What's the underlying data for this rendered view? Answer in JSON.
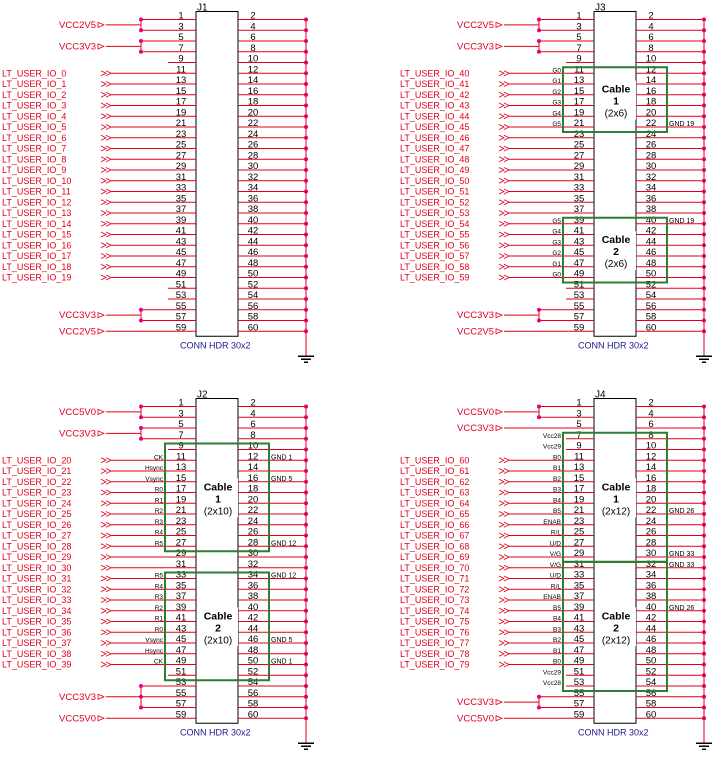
{
  "connector_type": "CONN HDR 30x2",
  "colors": {
    "wire": "#e0001a",
    "box": "#2e7d32",
    "dot": "#e6007e",
    "net": "#e0001a"
  },
  "connectors": [
    {
      "ref": "J1",
      "pwr": [
        {
          "label": "VCC2V5",
          "pins": [
            1,
            3
          ]
        },
        {
          "label": "VCC3V3",
          "pins": [
            5,
            7
          ]
        },
        {
          "label": "VCC3V3",
          "pins": [
            55,
            57
          ]
        },
        {
          "label": "VCC2V5",
          "pins": [
            59
          ]
        }
      ],
      "nets": [
        {
          "label": "LT_USER_IO_0",
          "pin": 11
        },
        {
          "label": "LT_USER_IO_1",
          "pin": 13
        },
        {
          "label": "LT_USER_IO_2",
          "pin": 15
        },
        {
          "label": "LT_USER_IO_3",
          "pin": 17
        },
        {
          "label": "LT_USER_IO_4",
          "pin": 19
        },
        {
          "label": "LT_USER_IO_5",
          "pin": 21
        },
        {
          "label": "LT_USER_IO_6",
          "pin": 23
        },
        {
          "label": "LT_USER_IO_7",
          "pin": 25
        },
        {
          "label": "LT_USER_IO_8",
          "pin": 27
        },
        {
          "label": "LT_USER_IO_9",
          "pin": 29
        },
        {
          "label": "LT_USER_IO_10",
          "pin": 31
        },
        {
          "label": "LT_USER_IO_11",
          "pin": 33
        },
        {
          "label": "LT_USER_IO_12",
          "pin": 35
        },
        {
          "label": "LT_USER_IO_13",
          "pin": 37
        },
        {
          "label": "LT_USER_IO_14",
          "pin": 39
        },
        {
          "label": "LT_USER_IO_15",
          "pin": 41
        },
        {
          "label": "LT_USER_IO_16",
          "pin": 43
        },
        {
          "label": "LT_USER_IO_17",
          "pin": 45
        },
        {
          "label": "LT_USER_IO_18",
          "pin": 47
        },
        {
          "label": "LT_USER_IO_19",
          "pin": 49
        }
      ],
      "odd_tags": [],
      "even_tags": [],
      "cables": []
    },
    {
      "ref": "J3",
      "pwr": [
        {
          "label": "VCC2V5",
          "pins": [
            1,
            3
          ]
        },
        {
          "label": "VCC3V3",
          "pins": [
            5,
            7
          ]
        },
        {
          "label": "VCC3V3",
          "pins": [
            55,
            57
          ]
        },
        {
          "label": "VCC2V5",
          "pins": [
            59
          ]
        }
      ],
      "nets": [
        {
          "label": "LT_USER_IO_40",
          "pin": 11
        },
        {
          "label": "LT_USER_IO_41",
          "pin": 13
        },
        {
          "label": "LT_USER_IO_42",
          "pin": 15
        },
        {
          "label": "LT_USER_IO_43",
          "pin": 17
        },
        {
          "label": "LT_USER_IO_44",
          "pin": 19
        },
        {
          "label": "LT_USER_IO_45",
          "pin": 21
        },
        {
          "label": "LT_USER_IO_46",
          "pin": 23
        },
        {
          "label": "LT_USER_IO_47",
          "pin": 25
        },
        {
          "label": "LT_USER_IO_48",
          "pin": 27
        },
        {
          "label": "LT_USER_IO_49",
          "pin": 29
        },
        {
          "label": "LT_USER_IO_50",
          "pin": 31
        },
        {
          "label": "LT_USER_IO_51",
          "pin": 33
        },
        {
          "label": "LT_USER_IO_52",
          "pin": 35
        },
        {
          "label": "LT_USER_IO_53",
          "pin": 37
        },
        {
          "label": "LT_USER_IO_54",
          "pin": 39
        },
        {
          "label": "LT_USER_IO_55",
          "pin": 41
        },
        {
          "label": "LT_USER_IO_56",
          "pin": 43
        },
        {
          "label": "LT_USER_IO_57",
          "pin": 45
        },
        {
          "label": "LT_USER_IO_58",
          "pin": 47
        },
        {
          "label": "LT_USER_IO_59",
          "pin": 49
        }
      ],
      "odd_tags": [
        {
          "pin": 11,
          "text": "G0"
        },
        {
          "pin": 13,
          "text": "G1"
        },
        {
          "pin": 15,
          "text": "G2"
        },
        {
          "pin": 17,
          "text": "G3"
        },
        {
          "pin": 19,
          "text": "G4"
        },
        {
          "pin": 21,
          "text": "G5"
        },
        {
          "pin": 39,
          "text": "G5"
        },
        {
          "pin": 41,
          "text": "G4"
        },
        {
          "pin": 43,
          "text": "G3"
        },
        {
          "pin": 45,
          "text": "G2"
        },
        {
          "pin": 47,
          "text": "G1"
        },
        {
          "pin": 49,
          "text": "G0"
        }
      ],
      "even_tags": [
        {
          "pin": 22,
          "text": "GND 19"
        },
        {
          "pin": 40,
          "text": "GND 19"
        }
      ],
      "cables": [
        {
          "title": "Cable",
          "num": "1",
          "size": "(2x6)",
          "from": 11,
          "to": 21
        },
        {
          "title": "Cable",
          "num": "2",
          "size": "(2x6)",
          "from": 39,
          "to": 49
        }
      ]
    },
    {
      "ref": "J2",
      "pwr": [
        {
          "label": "VCC5V0",
          "pins": [
            1,
            3
          ]
        },
        {
          "label": "VCC3V3",
          "pins": [
            5,
            7
          ]
        },
        {
          "label": "VCC3V3",
          "pins": [
            53,
            55,
            57
          ]
        },
        {
          "label": "VCC5V0",
          "pins": [
            59
          ]
        }
      ],
      "nets": [
        {
          "label": "LT_USER_IO_20",
          "pin": 11
        },
        {
          "label": "LT_USER_IO_21",
          "pin": 13
        },
        {
          "label": "LT_USER_IO_22",
          "pin": 15
        },
        {
          "label": "LT_USER_IO_23",
          "pin": 17
        },
        {
          "label": "LT_USER_IO_24",
          "pin": 19
        },
        {
          "label": "LT_USER_IO_25",
          "pin": 21
        },
        {
          "label": "LT_USER_IO_26",
          "pin": 23
        },
        {
          "label": "LT_USER_IO_27",
          "pin": 25
        },
        {
          "label": "LT_USER_IO_28",
          "pin": 27
        },
        {
          "label": "LT_USER_IO_29",
          "pin": 29
        },
        {
          "label": "LT_USER_IO_30",
          "pin": 31
        },
        {
          "label": "LT_USER_IO_31",
          "pin": 33
        },
        {
          "label": "LT_USER_IO_32",
          "pin": 35
        },
        {
          "label": "LT_USER_IO_33",
          "pin": 37
        },
        {
          "label": "LT_USER_IO_34",
          "pin": 39
        },
        {
          "label": "LT_USER_IO_35",
          "pin": 41
        },
        {
          "label": "LT_USER_IO_36",
          "pin": 43
        },
        {
          "label": "LT_USER_IO_37",
          "pin": 45
        },
        {
          "label": "LT_USER_IO_38",
          "pin": 47
        },
        {
          "label": "LT_USER_IO_39",
          "pin": 49
        }
      ],
      "odd_tags": [
        {
          "pin": 11,
          "text": "CK"
        },
        {
          "pin": 13,
          "text": "Hsync"
        },
        {
          "pin": 15,
          "text": "Vsync"
        },
        {
          "pin": 17,
          "text": "R0"
        },
        {
          "pin": 19,
          "text": "R1"
        },
        {
          "pin": 21,
          "text": "R2"
        },
        {
          "pin": 23,
          "text": "R3"
        },
        {
          "pin": 25,
          "text": "R4"
        },
        {
          "pin": 27,
          "text": "R5"
        },
        {
          "pin": 33,
          "text": "R5"
        },
        {
          "pin": 35,
          "text": "R4"
        },
        {
          "pin": 37,
          "text": "R3"
        },
        {
          "pin": 39,
          "text": "R2"
        },
        {
          "pin": 41,
          "text": "R1"
        },
        {
          "pin": 43,
          "text": "R0"
        },
        {
          "pin": 45,
          "text": "Vsync"
        },
        {
          "pin": 47,
          "text": "Hsync"
        },
        {
          "pin": 49,
          "text": "CK"
        }
      ],
      "even_tags": [
        {
          "pin": 12,
          "text": "GND 1"
        },
        {
          "pin": 16,
          "text": "GND 5"
        },
        {
          "pin": 28,
          "text": "GND 12"
        },
        {
          "pin": 34,
          "text": "GND 12"
        },
        {
          "pin": 46,
          "text": "GND 5"
        },
        {
          "pin": 50,
          "text": "GND 1"
        }
      ],
      "cables": [
        {
          "title": "Cable",
          "num": "1",
          "size": "(2x10)",
          "from": 9,
          "to": 27
        },
        {
          "title": "Cable",
          "num": "2",
          "size": "(2x10)",
          "from": 33,
          "to": 51
        }
      ]
    },
    {
      "ref": "J4",
      "pwr": [
        {
          "label": "VCC5V0",
          "pins": [
            1,
            3
          ]
        },
        {
          "label": "VCC3V3",
          "pins": [
            5
          ]
        },
        {
          "label": "VCC3V3",
          "pins": [
            55,
            57
          ]
        },
        {
          "label": "VCC5V0",
          "pins": [
            59
          ]
        }
      ],
      "nets": [
        {
          "label": "LT_USER_IO_60",
          "pin": 11
        },
        {
          "label": "LT_USER_IO_61",
          "pin": 13
        },
        {
          "label": "LT_USER_IO_62",
          "pin": 15
        },
        {
          "label": "LT_USER_IO_63",
          "pin": 17
        },
        {
          "label": "LT_USER_IO_64",
          "pin": 19
        },
        {
          "label": "LT_USER_IO_65",
          "pin": 21
        },
        {
          "label": "LT_USER_IO_66",
          "pin": 23
        },
        {
          "label": "LT_USER_IO_67",
          "pin": 25
        },
        {
          "label": "LT_USER_IO_68",
          "pin": 27
        },
        {
          "label": "LT_USER_IO_69",
          "pin": 29
        },
        {
          "label": "LT_USER_IO_70",
          "pin": 31
        },
        {
          "label": "LT_USER_IO_71",
          "pin": 33
        },
        {
          "label": "LT_USER_IO_72",
          "pin": 35
        },
        {
          "label": "LT_USER_IO_73",
          "pin": 37
        },
        {
          "label": "LT_USER_IO_74",
          "pin": 39
        },
        {
          "label": "LT_USER_IO_75",
          "pin": 41
        },
        {
          "label": "LT_USER_IO_76",
          "pin": 43
        },
        {
          "label": "LT_USER_IO_77",
          "pin": 45
        },
        {
          "label": "LT_USER_IO_78",
          "pin": 47
        },
        {
          "label": "LT_USER_IO_79",
          "pin": 49
        }
      ],
      "odd_tags": [
        {
          "pin": 7,
          "text": "Vcc28"
        },
        {
          "pin": 9,
          "text": "Vcc29"
        },
        {
          "pin": 11,
          "text": "B0"
        },
        {
          "pin": 13,
          "text": "B1"
        },
        {
          "pin": 15,
          "text": "B2"
        },
        {
          "pin": 17,
          "text": "B3"
        },
        {
          "pin": 19,
          "text": "B4"
        },
        {
          "pin": 21,
          "text": "B5"
        },
        {
          "pin": 23,
          "text": "ENAB"
        },
        {
          "pin": 25,
          "text": "R/L"
        },
        {
          "pin": 27,
          "text": "U/D"
        },
        {
          "pin": 29,
          "text": "V/G"
        },
        {
          "pin": 31,
          "text": "V/G"
        },
        {
          "pin": 33,
          "text": "U/D"
        },
        {
          "pin": 35,
          "text": "R/L"
        },
        {
          "pin": 37,
          "text": "ENAB"
        },
        {
          "pin": 39,
          "text": "B5"
        },
        {
          "pin": 41,
          "text": "B4"
        },
        {
          "pin": 43,
          "text": "B3"
        },
        {
          "pin": 45,
          "text": "B2"
        },
        {
          "pin": 47,
          "text": "B1"
        },
        {
          "pin": 49,
          "text": "B0"
        },
        {
          "pin": 51,
          "text": "Vcc29"
        },
        {
          "pin": 53,
          "text": "Vcc28"
        }
      ],
      "even_tags": [
        {
          "pin": 22,
          "text": "GND 26"
        },
        {
          "pin": 30,
          "text": "GND 33"
        },
        {
          "pin": 32,
          "text": "GND 33"
        },
        {
          "pin": 40,
          "text": "GND 26"
        }
      ],
      "cables": [
        {
          "title": "Cable",
          "num": "1",
          "size": "(2x12)",
          "from": 7,
          "to": 29
        },
        {
          "title": "Cable",
          "num": "2",
          "size": "(2x12)",
          "from": 31,
          "to": 53
        }
      ]
    }
  ]
}
